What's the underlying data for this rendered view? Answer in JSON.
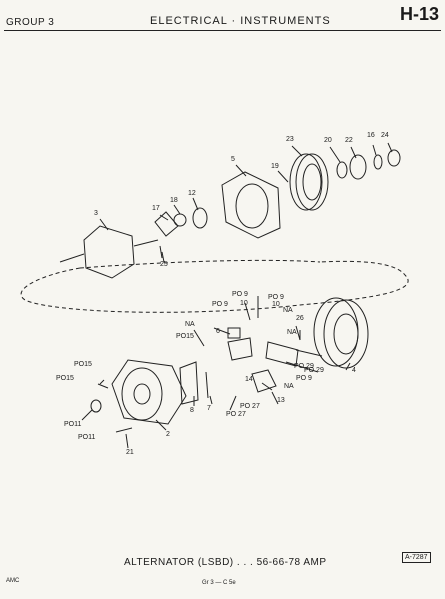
{
  "header": {
    "group": "GROUP 3",
    "title": "ELECTRICAL · INSTRUMENTS",
    "page": "H-13"
  },
  "diagram": {
    "callouts": [
      "23",
      "20",
      "22",
      "16",
      "24",
      "5",
      "19",
      "17",
      "18",
      "12",
      "3",
      "25",
      "4",
      "PO 9",
      "10",
      "PO 9",
      "10",
      "PO 9",
      "NA",
      "NA",
      "26",
      "PO15",
      "6",
      "NA",
      "PO 29",
      "PO 29",
      "PO 9",
      "PO15",
      "PO15",
      "14",
      "NA",
      "13",
      "8",
      "7",
      "PO 27",
      "PO 27",
      "PO11",
      "PO11",
      "2",
      "21"
    ]
  },
  "caption": "ALTERNATOR (LSBD) . . . 56-66-78 AMP",
  "ref_box": "A-7287",
  "footer": {
    "left": "AMC",
    "center": "Gr 3 — C 5e"
  }
}
